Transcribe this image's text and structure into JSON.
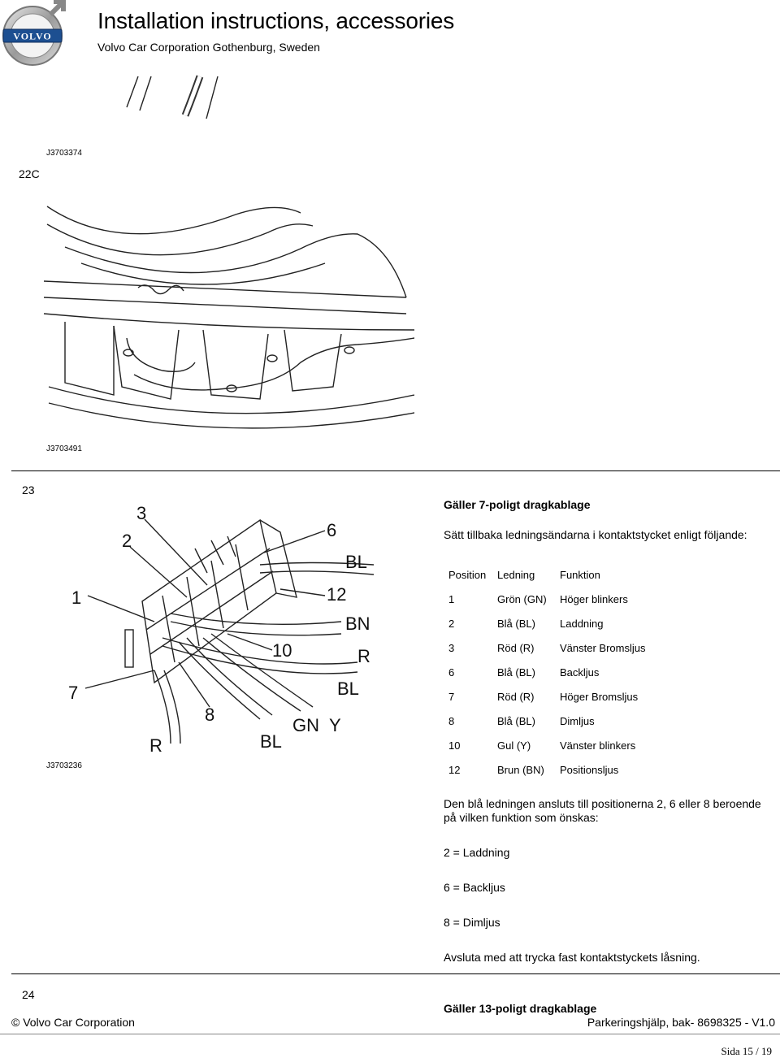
{
  "header": {
    "title": "Installation instructions, accessories",
    "subtitle": "Volvo Car Corporation Gothenburg, Sweden",
    "logo_text": "VOLVO",
    "brand_blue": "#1d4f91"
  },
  "steps": [
    {
      "number": "22C",
      "figures": [
        {
          "code": "J3703374"
        },
        {
          "code": "J3703491"
        }
      ]
    },
    {
      "number": "23",
      "figure": {
        "code": "J3703236",
        "labels": [
          "3",
          "2",
          "6",
          "1",
          "12",
          "BL",
          "BN",
          "10",
          "R",
          "BL",
          "7",
          "8",
          "GN",
          "Y",
          "R",
          "BL"
        ]
      },
      "heading": "Gäller 7-poligt dragkablage",
      "intro": "Sätt tillbaka ledningsändarna i kontaktstycket enligt följande:",
      "table": {
        "headers": [
          "Position",
          "Ledning",
          "Funktion"
        ],
        "rows": [
          [
            "1",
            "Grön (GN)",
            "Höger blinkers"
          ],
          [
            "2",
            "Blå (BL)",
            "Laddning"
          ],
          [
            "3",
            "Röd (R)",
            "Vänster Bromsljus"
          ],
          [
            "6",
            "Blå (BL)",
            "Backljus"
          ],
          [
            "7",
            "Röd (R)",
            "Höger Bromsljus"
          ],
          [
            "8",
            "Blå (BL)",
            "Dimljus"
          ],
          [
            "10",
            "Gul (Y)",
            "Vänster blinkers"
          ],
          [
            "12",
            "Brun (BN)",
            "Positionsljus"
          ]
        ]
      },
      "note": "Den blå ledningen ansluts till positionerna 2, 6 eller 8 beroende på vilken funktion som önskas:",
      "options": [
        "2 = Laddning",
        "6 = Backljus",
        "8 = Dimljus"
      ],
      "closing": "Avsluta med att trycka fast kontaktstyckets låsning."
    },
    {
      "number": "24",
      "heading": "Gäller 13-poligt dragkablage"
    }
  ],
  "footer": {
    "copyright": "© Volvo Car Corporation",
    "document": "Parkeringshjälp, bak- 8698325 - V1.0",
    "page": "Sida 15 / 19"
  }
}
